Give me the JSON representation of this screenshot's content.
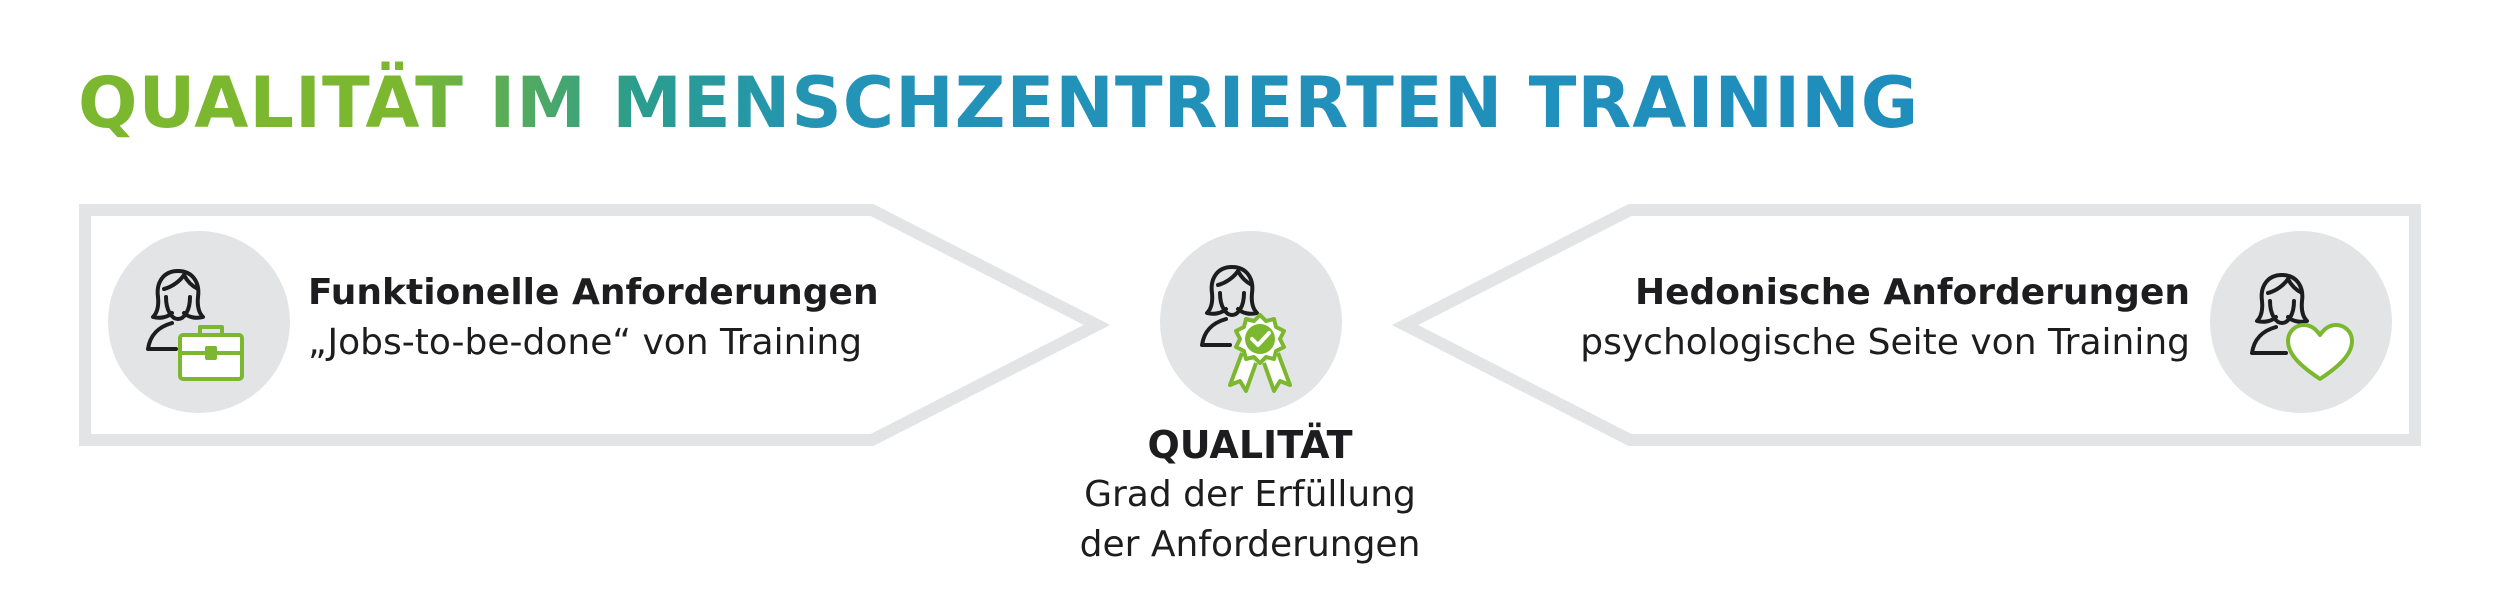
{
  "title": {
    "text": "QUALITÄT IM MENSCHZENTRIERTEN TRAINING"
  },
  "left": {
    "heading": "Funktionelle Anforderungen",
    "subtitle": "„Jobs-to-be-done“ von Training",
    "icon": "person-briefcase-icon"
  },
  "center": {
    "heading": "QUALITÄT",
    "line1": "Grad der Erfüllung",
    "line2": "der Anforderungen",
    "icon": "person-award-icon"
  },
  "right": {
    "heading": "Hedonische Anforderungen",
    "subtitle": "psychologische Seite von Training",
    "icon": "person-heart-icon"
  },
  "colors": {
    "green": "#7cb82f",
    "blue": "#1f8ebd",
    "frame_gray": "#e3e4e5",
    "circle_gray": "#e3e4e5",
    "text": "#1d1d1f"
  }
}
